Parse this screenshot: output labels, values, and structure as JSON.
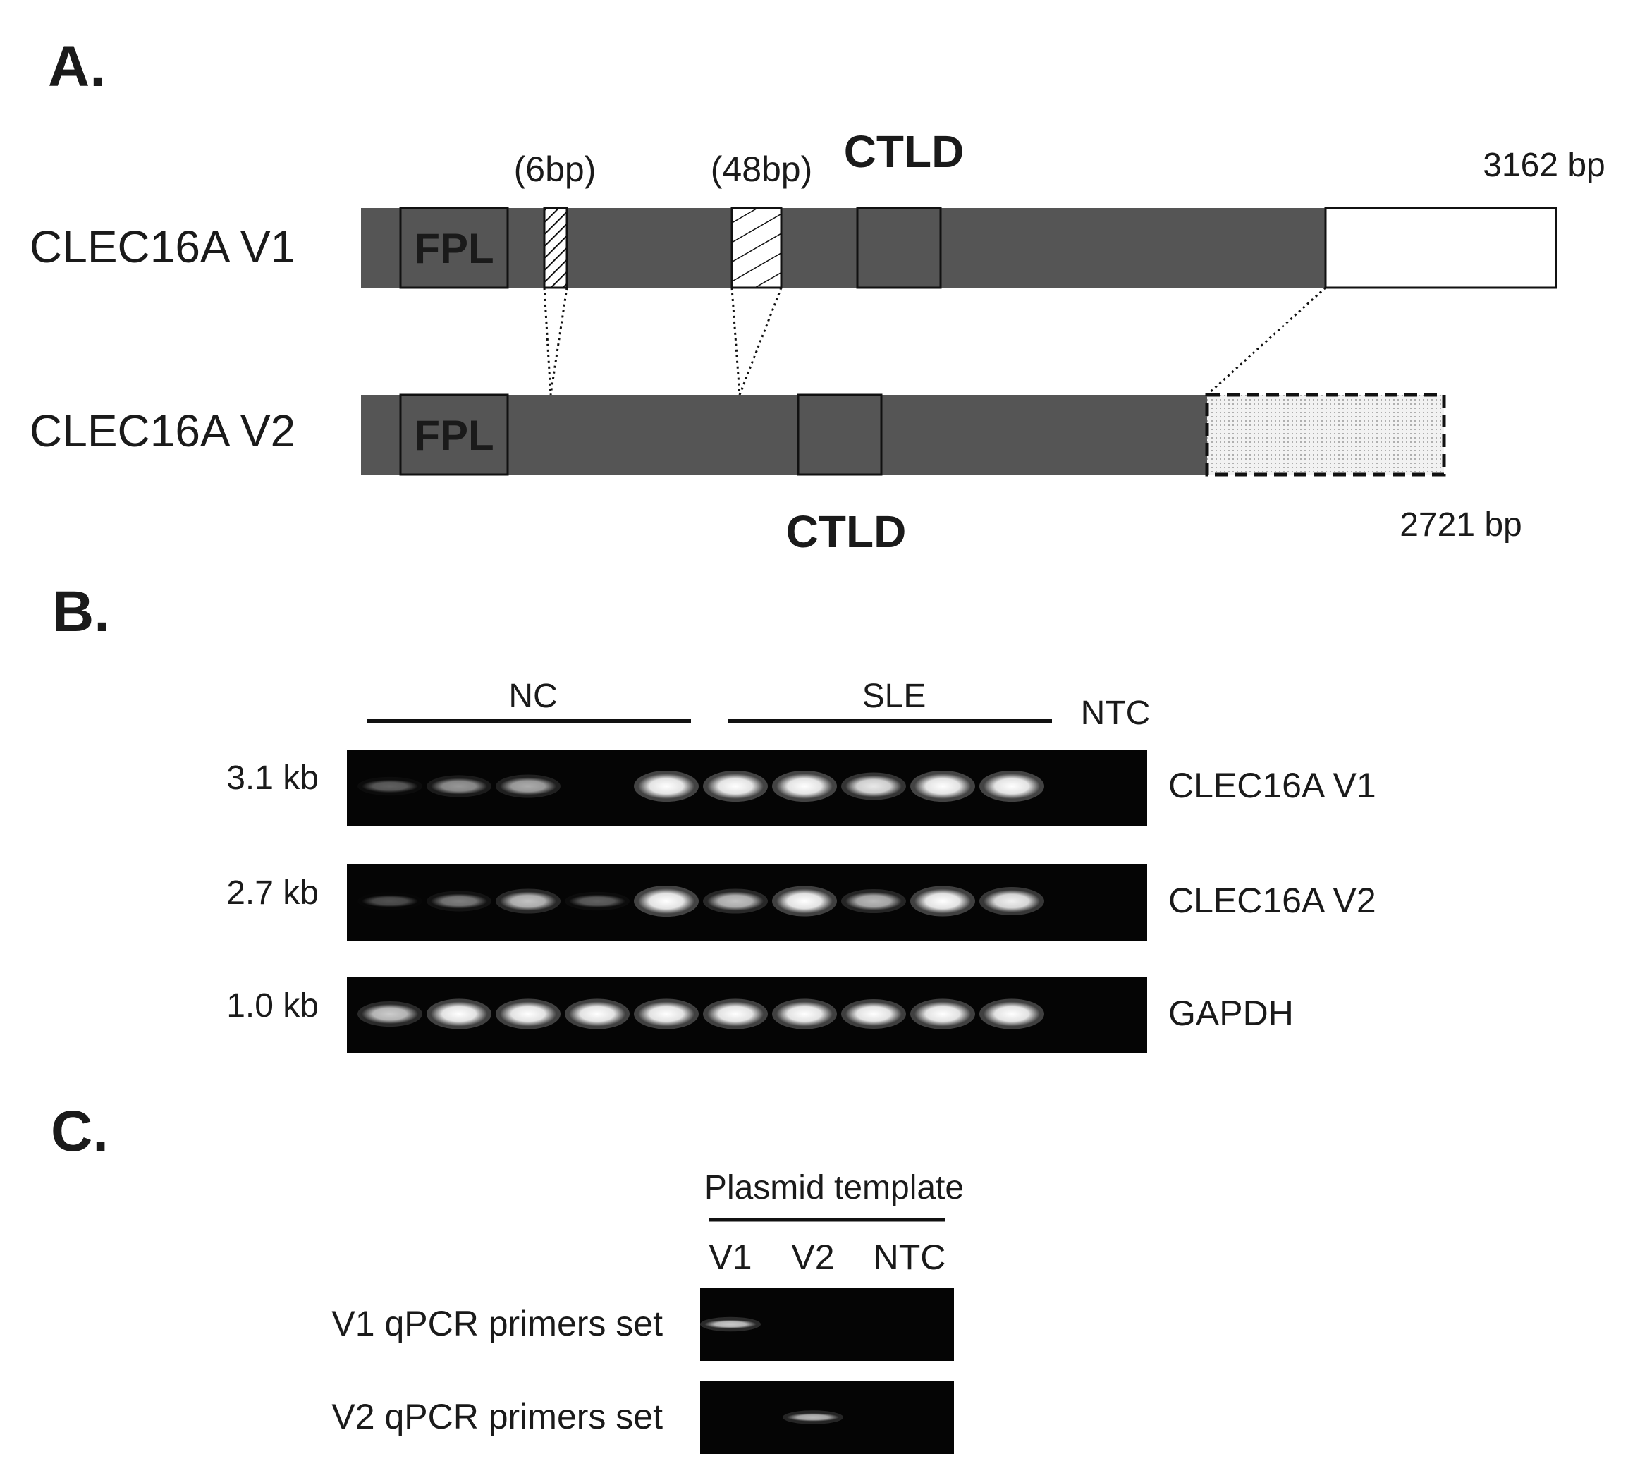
{
  "panel_a": {
    "label": "A.",
    "v1": {
      "name": "CLEC16A V1",
      "size": "3162 bp",
      "fpl": "FPL",
      "ctld": "CTLD",
      "insert_6": "(6bp)",
      "insert_48": "(48bp)"
    },
    "v2": {
      "name": "CLEC16A V2",
      "size": "2721 bp",
      "fpl": "FPL",
      "ctld": "CTLD"
    },
    "colors": {
      "bar": "#555555",
      "utr_v1": "#ffffff",
      "utr_v2": "#eeeeee"
    }
  },
  "panel_b": {
    "label": "B.",
    "group_nc": "NC",
    "group_sle": "SLE",
    "ntc": "NTC",
    "rows": [
      {
        "size": "3.1 kb",
        "gene": "CLEC16A V1",
        "intensities": [
          0.12,
          0.35,
          0.45,
          0,
          1,
          1,
          1,
          0.75,
          1,
          1,
          0
        ]
      },
      {
        "size": "2.7 kb",
        "gene": "CLEC16A V2",
        "intensities": [
          0.06,
          0.25,
          0.55,
          0.12,
          1,
          0.55,
          0.95,
          0.5,
          0.95,
          0.8,
          0
        ]
      },
      {
        "size": "1.0 kb",
        "gene": "GAPDH",
        "intensities": [
          0.6,
          0.95,
          0.95,
          0.95,
          0.95,
          0.95,
          0.95,
          0.9,
          0.95,
          0.95,
          0
        ]
      }
    ]
  },
  "panel_c": {
    "label": "C.",
    "header": "Plasmid template",
    "lanes": [
      "V1",
      "V2",
      "NTC"
    ],
    "rows": [
      {
        "name": "V1 qPCR primers set",
        "intensities": [
          0.6,
          0,
          0
        ]
      },
      {
        "name": "V2 qPCR primers set",
        "intensities": [
          0,
          0.5,
          0
        ]
      }
    ]
  }
}
